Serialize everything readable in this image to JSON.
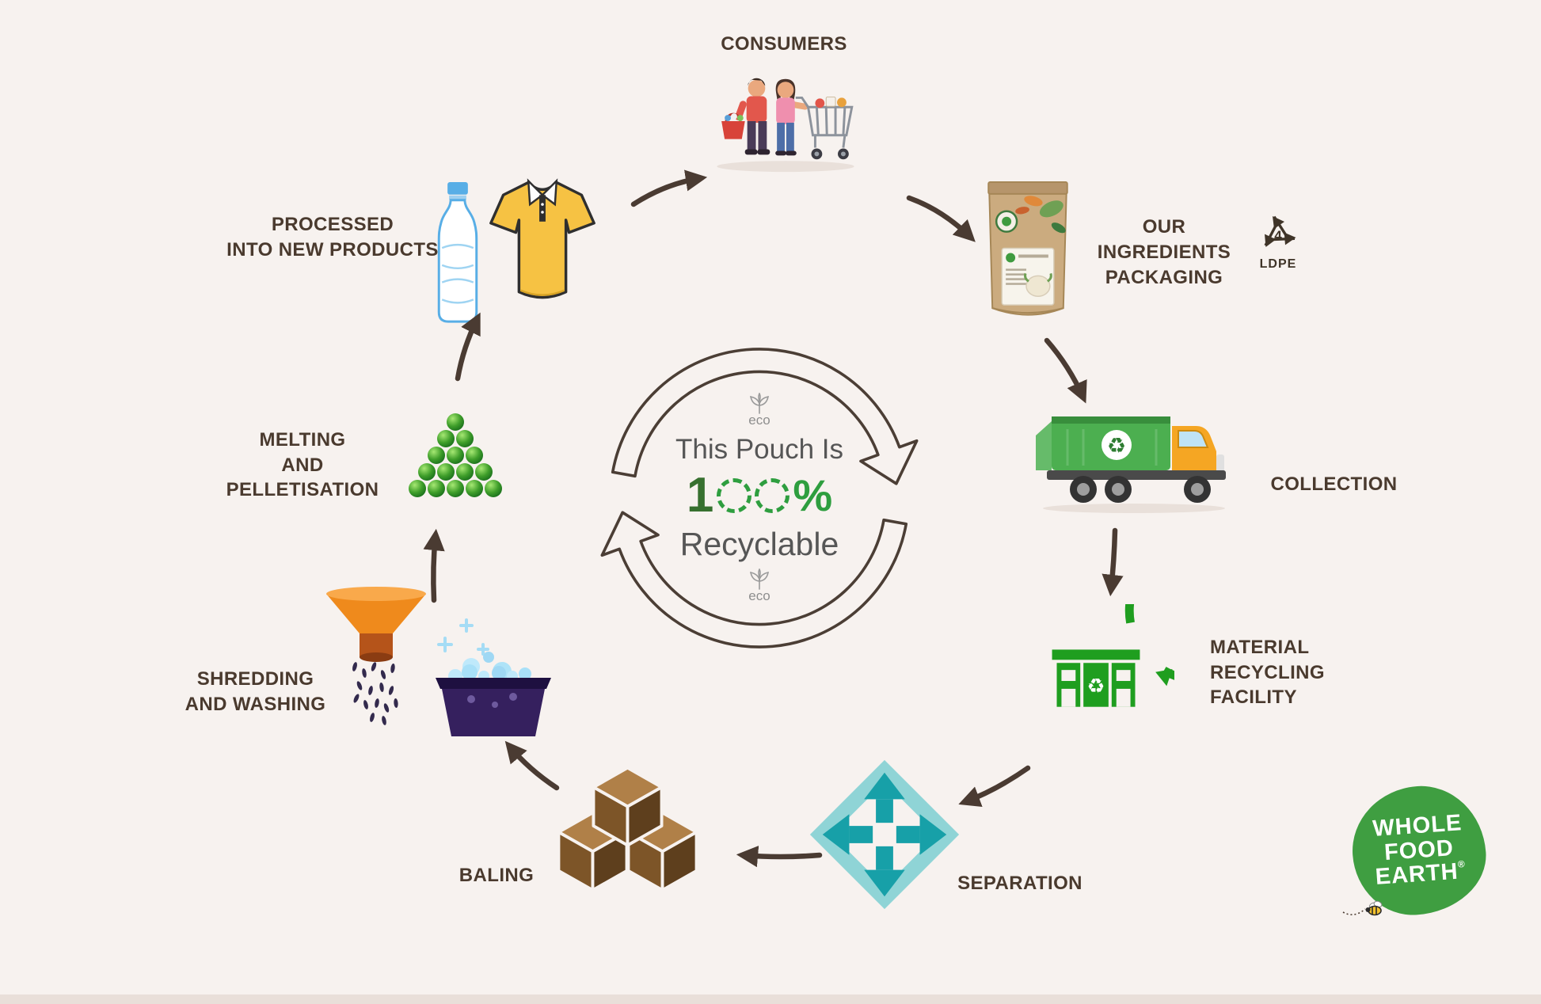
{
  "title": "This Pouch Is 100% Recyclable",
  "center": {
    "eco_label": "eco",
    "line1": "This Pouch Is",
    "percent_value": "100%",
    "percent_prefix": "1",
    "percent_suffix": "%",
    "line2": "Recyclable"
  },
  "steps": {
    "consumers": {
      "label": "CONSUMERS"
    },
    "packaging": {
      "label": "OUR INGREDIENTS\nPACKAGING",
      "resin_code": "4",
      "resin_label": "LDPE"
    },
    "collection": {
      "label": "COLLECTION"
    },
    "mrf": {
      "label": "MATERIAL\nRECYCLING\nFACILITY"
    },
    "separation": {
      "label": "SEPARATION"
    },
    "baling": {
      "label": "BALING"
    },
    "shredding": {
      "label": "SHREDDING\nAND WASHING"
    },
    "melting": {
      "label": "MELTING\nAND\nPELLETISATION"
    },
    "processed": {
      "label": "PROCESSED\nINTO NEW PRODUCTS"
    }
  },
  "icons": {
    "recycle": "♻"
  },
  "logo": {
    "line1": "WHOLE",
    "line2": "FOOD",
    "line3": "EARTH",
    "registered": "®"
  },
  "colors": {
    "background": "#f7f2ef",
    "label_text": "#4a3a2e",
    "cycle_arrow": "#4b3e35",
    "accent_green": "#2e9e3f",
    "mrf_green": "#1f9e1f",
    "teal": "#17a0a8",
    "logo_green": "#3f9e41",
    "truck_green": "#4caf50",
    "cab_yellow": "#f5a623",
    "bale_brown": "#7d5528",
    "funnel_orange": "#ef8a1c"
  }
}
